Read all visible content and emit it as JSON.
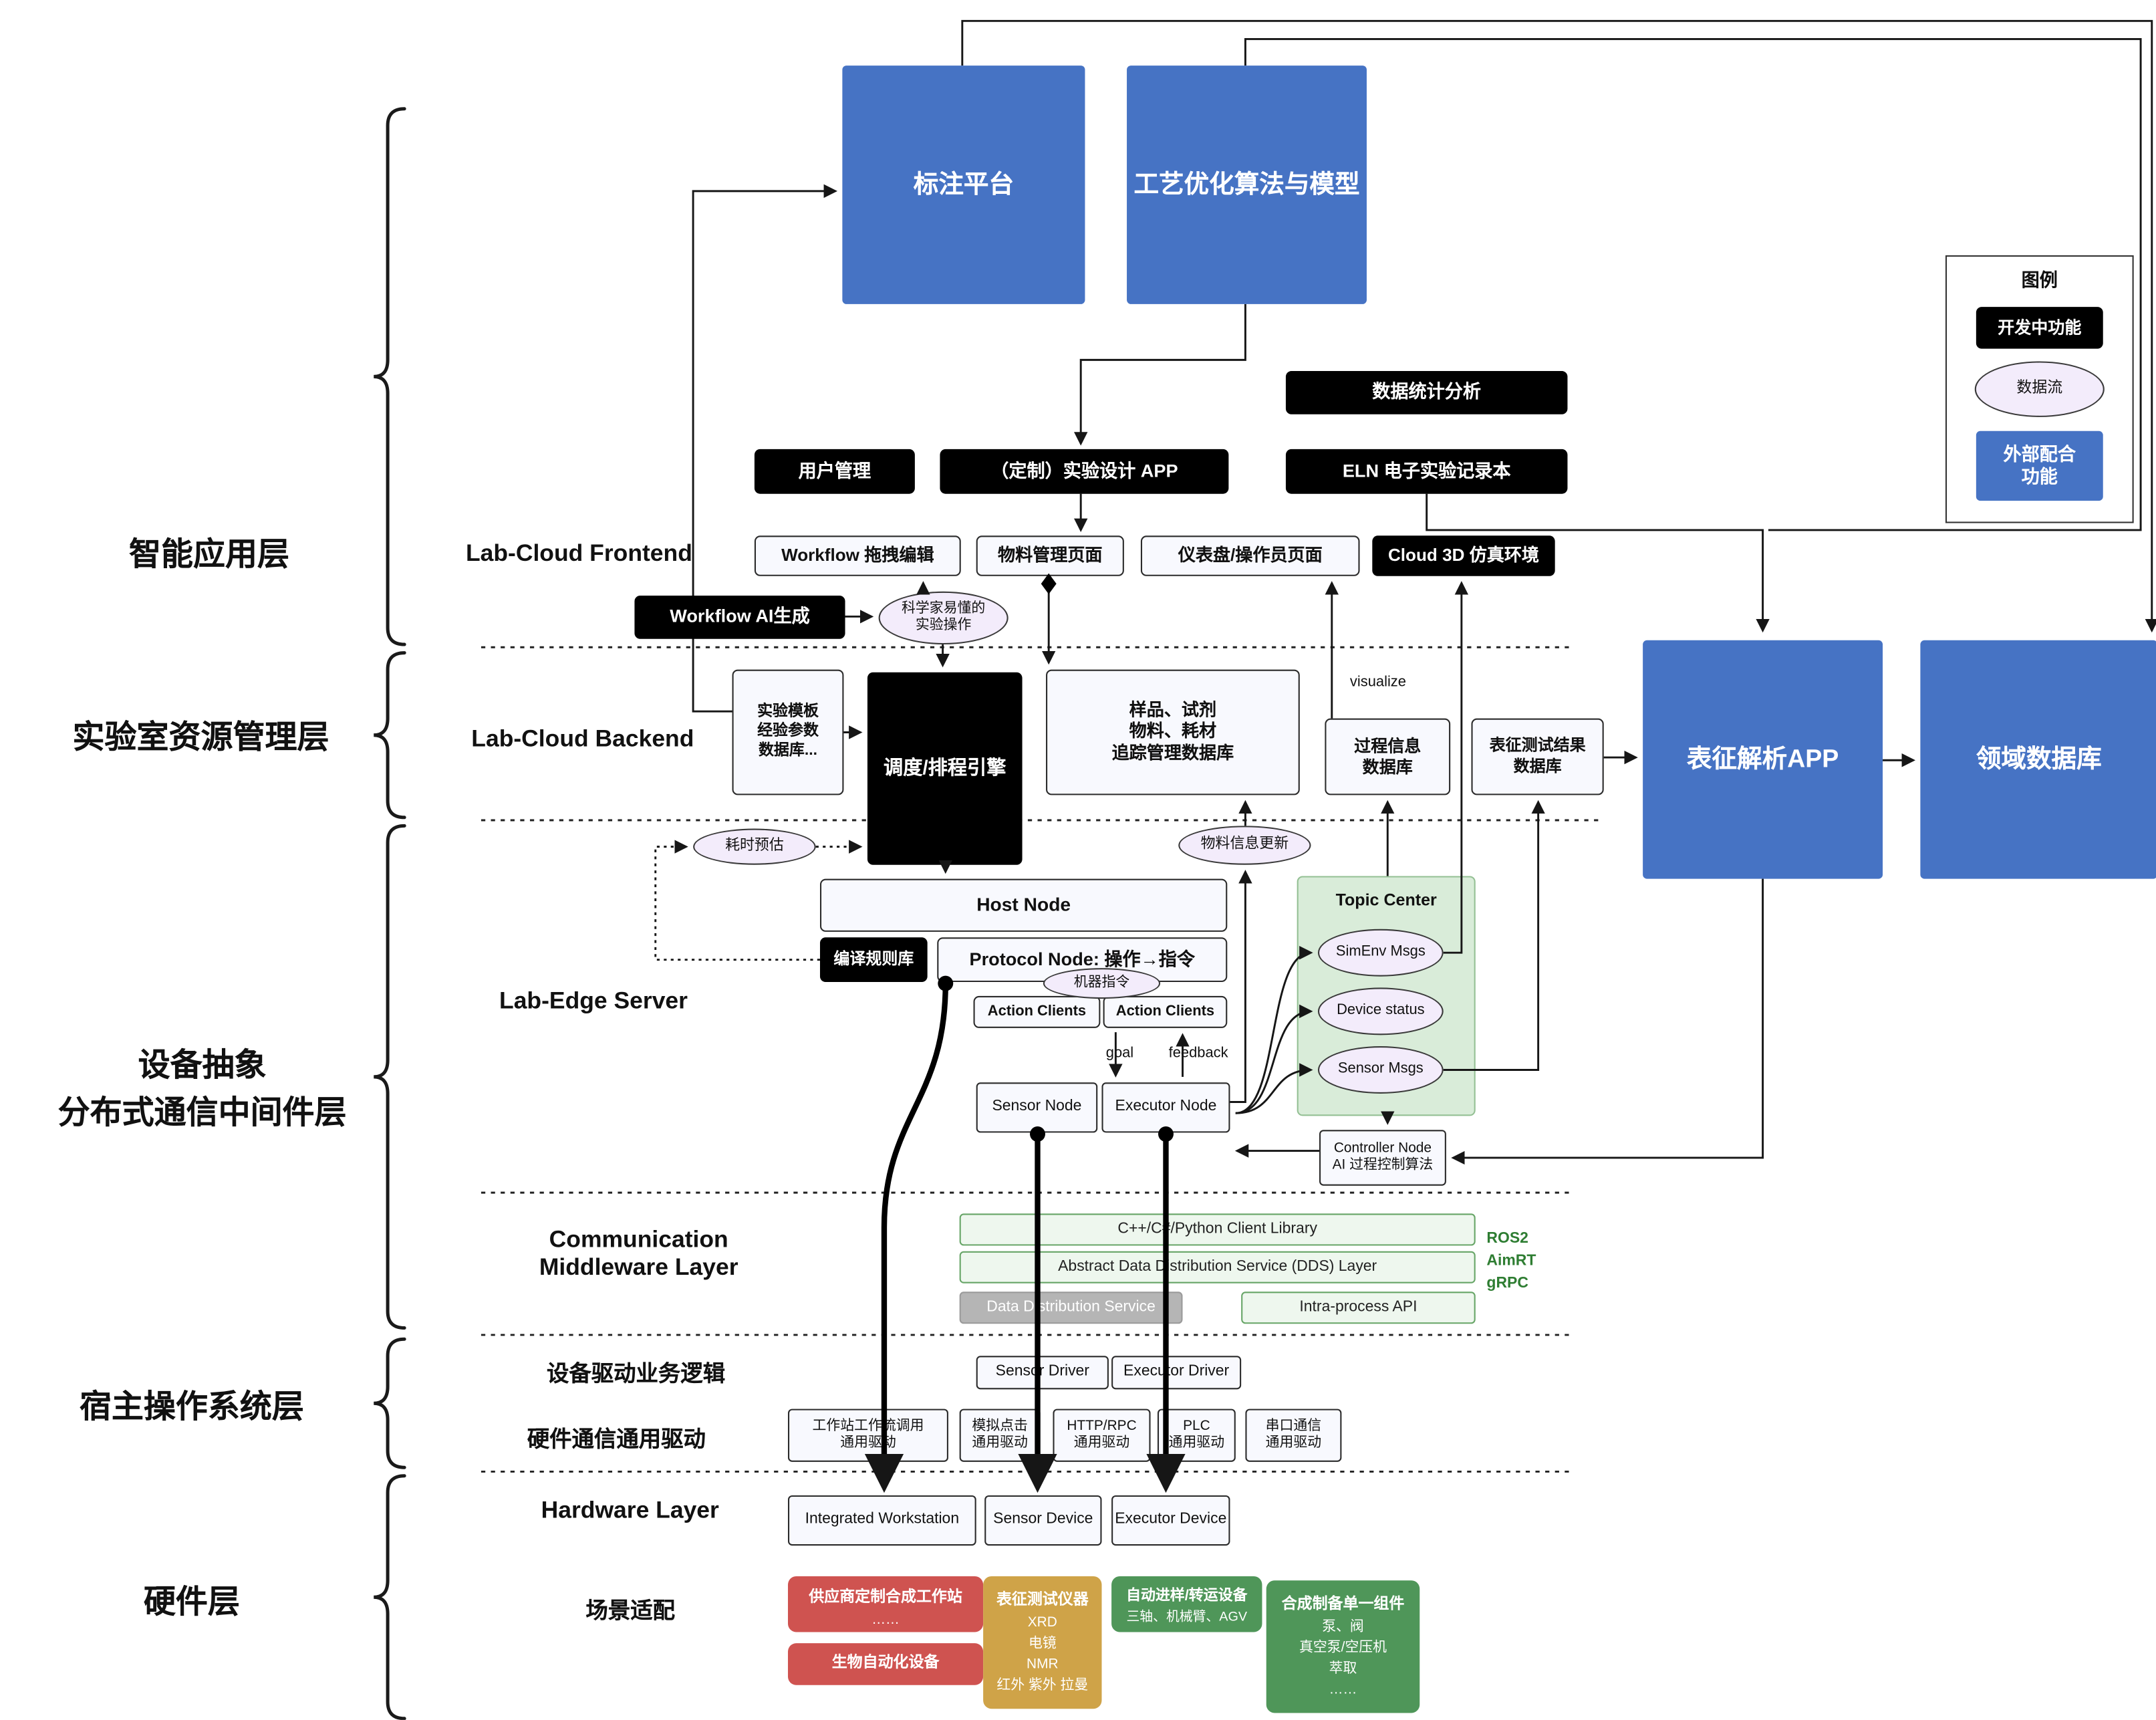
{
  "legend": {
    "title": "图例",
    "developing": "开发中功能",
    "dataflow": "数据流",
    "external": "外部配合\n功能"
  },
  "side": {
    "app_layer": "智能应用层",
    "resource_layer": "实验室资源管理层",
    "middleware_layer": "设备抽象\n分布式通信中间件层",
    "os_layer": "宿主操作系统层",
    "hardware_layer": "硬件层"
  },
  "sections": {
    "frontend": "Lab-Cloud Frontend",
    "backend": "Lab-Cloud Backend",
    "edge": "Lab-Edge Server",
    "comm": "Communication\nMiddleware Layer",
    "driver_logic": "设备驱动业务逻辑",
    "hw_driver": "硬件通信通用驱动",
    "hardware": "Hardware Layer",
    "scenario": "场景适配"
  },
  "nodes": {
    "annotate_platform": "标注平台",
    "process_opt": "工艺优化算法与模型",
    "data_stats": "数据统计分析",
    "user_mgmt": "用户管理",
    "custom_app": "（定制）实验设计 APP",
    "eln": "ELN 电子实验记录本",
    "wf_edit": "Workflow 拖拽编辑",
    "material_page": "物料管理页面",
    "dashboard_page": "仪表盘/操作员页面",
    "cloud3d": "Cloud 3D 仿真环境",
    "wf_ai": "Workflow AI生成",
    "sci_ops": "科学家易懂的\n实验操作",
    "template_db": "实验模板\n经验参数\n数据库...",
    "scheduler": "调度/排程引擎",
    "sample_db": "样品、试剂\n物料、耗材\n追踪管理数据库",
    "process_db": "过程信息\n数据库",
    "char_result_db": "表征测试结果\n数据库",
    "char_app": "表征解析APP",
    "domain_db": "领域数据库",
    "visualize": "visualize",
    "time_est": "耗时预估",
    "material_update": "物料信息更新",
    "host_node": "Host Node",
    "compile_rules": "编译规则库",
    "protocol_node": "Protocol Node: 操作→指令",
    "machine_cmd": "机器指令",
    "action_clients": "Action Clients",
    "goal": "goal",
    "feedback": "feedback",
    "sensor_node": "Sensor Node",
    "executor_node": "Executor Node",
    "topic_center": "Topic Center",
    "simenv_msgs": "SimEnv Msgs",
    "device_status": "Device status",
    "sensor_msgs": "Sensor Msgs",
    "controller_node": "Controller Node\nAI 过程控制算法",
    "client_lib": "C++/C#/Python Client Library",
    "dds_layer": "Abstract Data Distribution Service (DDS) Layer",
    "dds_service": "Data Distribution Service",
    "intra_api": "Intra-process API",
    "proto_ros2": "ROS2",
    "proto_aimrt": "AimRT",
    "proto_grpc": "gRPC",
    "sensor_driver": "Sensor Driver",
    "executor_driver": "Executor Driver",
    "drv_workstation": "工作站工作流调用\n通用驱动",
    "drv_click": "模拟点击\n通用驱动",
    "drv_http": "HTTP/RPC\n通用驱动",
    "drv_plc": "PLC\n通用驱动",
    "drv_serial": "串口通信\n通用驱动",
    "integrated_ws": "Integrated Workstation",
    "sensor_device": "Sensor Device",
    "executor_device": "Executor Device",
    "vendor_ws": {
      "title": "供应商定制合成工作站",
      "body": "……"
    },
    "bio_auto": "生物自动化设备",
    "char_instruments": {
      "title": "表征测试仪器",
      "body": "XRD\n电镜\nNMR\n红外 紫外 拉曼"
    },
    "transfer_equip": {
      "title": "自动进样/转运设备",
      "body": "三轴、机械臂、AGV"
    },
    "synth_comp": {
      "title": "合成制备单一组件",
      "body": "泵、阀\n真空泵/空压机\n萃取\n……"
    }
  },
  "colors": {
    "blue": "#4673c4",
    "black": "#000000",
    "dataflow_oval": "#f3ecfb",
    "topic_panel": "#d9ecd9",
    "red": "#cf5350",
    "gold": "#cfa348",
    "green": "#4f9659",
    "protocol_text": "#2e7d32"
  }
}
